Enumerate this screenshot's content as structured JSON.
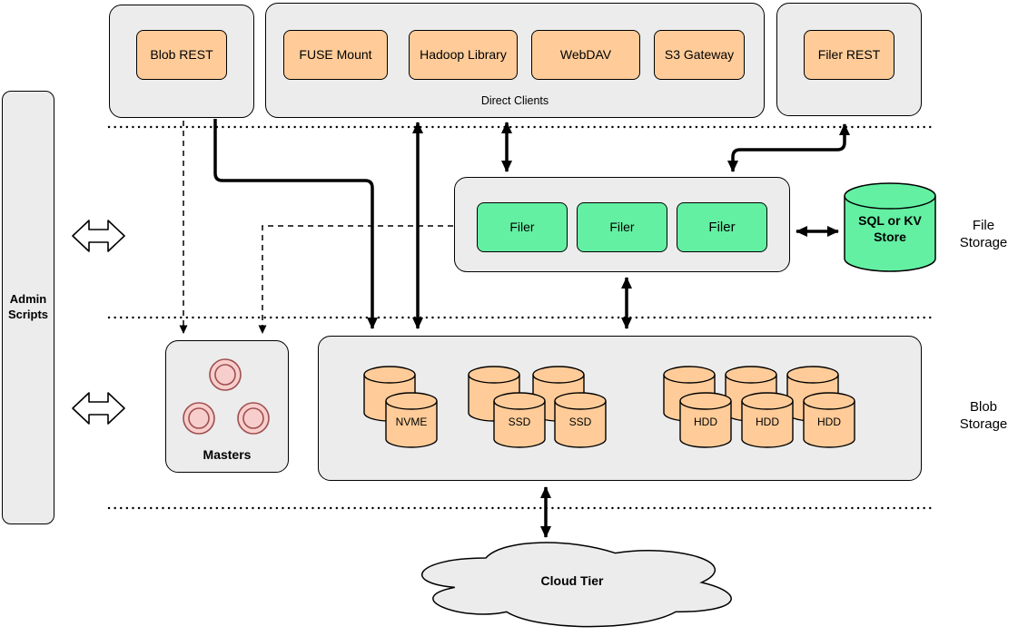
{
  "colors": {
    "container_fill": "#ececec",
    "node_orange": "#ffcc99",
    "node_green": "#63f0a3",
    "circle_pink": "#f8cecc",
    "circle_stroke": "#9e4f4f",
    "stroke": "#000000"
  },
  "admin_panel": {
    "label": "Admin Scripts"
  },
  "top": {
    "blob_rest": {
      "label": "Blob REST"
    },
    "direct_clients": {
      "caption": "Direct Clients",
      "clients": [
        {
          "label": "FUSE Mount"
        },
        {
          "label": "Hadoop Library"
        },
        {
          "label": "WebDAV"
        },
        {
          "label": "S3 Gateway"
        }
      ]
    },
    "filer_rest": {
      "label": "Filer REST"
    }
  },
  "file_storage": {
    "section_label": "File Storage",
    "filers": [
      {
        "label": "Filer"
      },
      {
        "label": "Filer"
      },
      {
        "label": "Filer"
      }
    ],
    "kv_store": {
      "label": "SQL or KV Store"
    }
  },
  "blob_storage": {
    "section_label": "Blob Storage",
    "masters": {
      "label": "Masters"
    },
    "disks": {
      "nvme": {
        "label": "NVME"
      },
      "ssd": [
        {
          "label": "SSD"
        },
        {
          "label": "SSD"
        }
      ],
      "hdd": [
        {
          "label": "HDD"
        },
        {
          "label": "HDD"
        },
        {
          "label": "HDD"
        }
      ]
    }
  },
  "cloud_tier": {
    "label": "Cloud Tier"
  }
}
